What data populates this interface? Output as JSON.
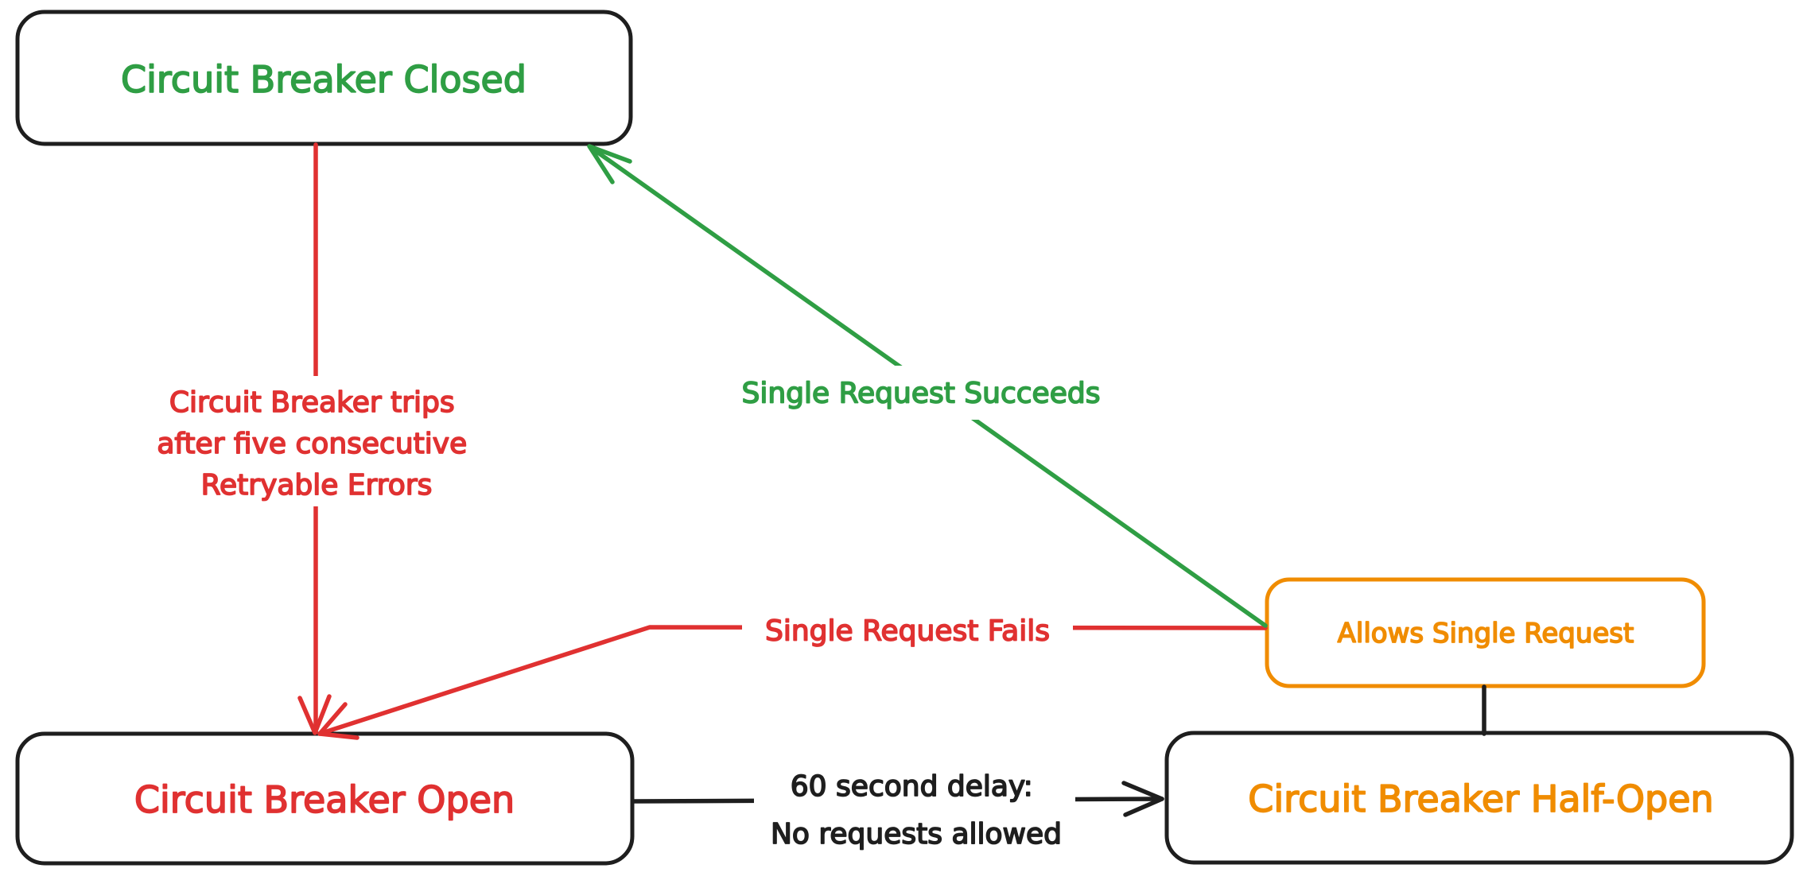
{
  "colors": {
    "green": "#2f9e44",
    "red": "#e03131",
    "orange": "#f08c00",
    "black": "#1e1e1e",
    "background": "#ffffff"
  },
  "nodes": {
    "closed": {
      "label": "Circuit Breaker Closed",
      "color": "#2f9e44",
      "border_color": "#1e1e1e"
    },
    "open": {
      "label": "Circuit Breaker Open",
      "color": "#e03131",
      "border_color": "#1e1e1e"
    },
    "half_open": {
      "label": "Circuit Breaker Half-Open",
      "color": "#f08c00",
      "border_color": "#1e1e1e"
    },
    "allows": {
      "label": "Allows Single Request",
      "color": "#f08c00",
      "border_color": "#f08c00"
    }
  },
  "edges": {
    "trips": {
      "from": "closed",
      "to": "open",
      "color": "#e03131",
      "label_lines": [
        "Circuit Breaker trips",
        "after five consecutive",
        "Retryable Errors"
      ]
    },
    "succeeds": {
      "from": "allows",
      "to": "closed",
      "color": "#2f9e44",
      "label": "Single Request Succeeds"
    },
    "fails": {
      "from": "allows",
      "to": "open",
      "color": "#e03131",
      "label": "Single Request Fails"
    },
    "delay": {
      "from": "open",
      "to": "half_open",
      "color": "#1e1e1e",
      "label_lines": [
        "60 second delay:",
        "No requests allowed"
      ]
    },
    "connector": {
      "from": "allows",
      "to": "half_open",
      "color": "#1e1e1e",
      "label": ""
    }
  }
}
